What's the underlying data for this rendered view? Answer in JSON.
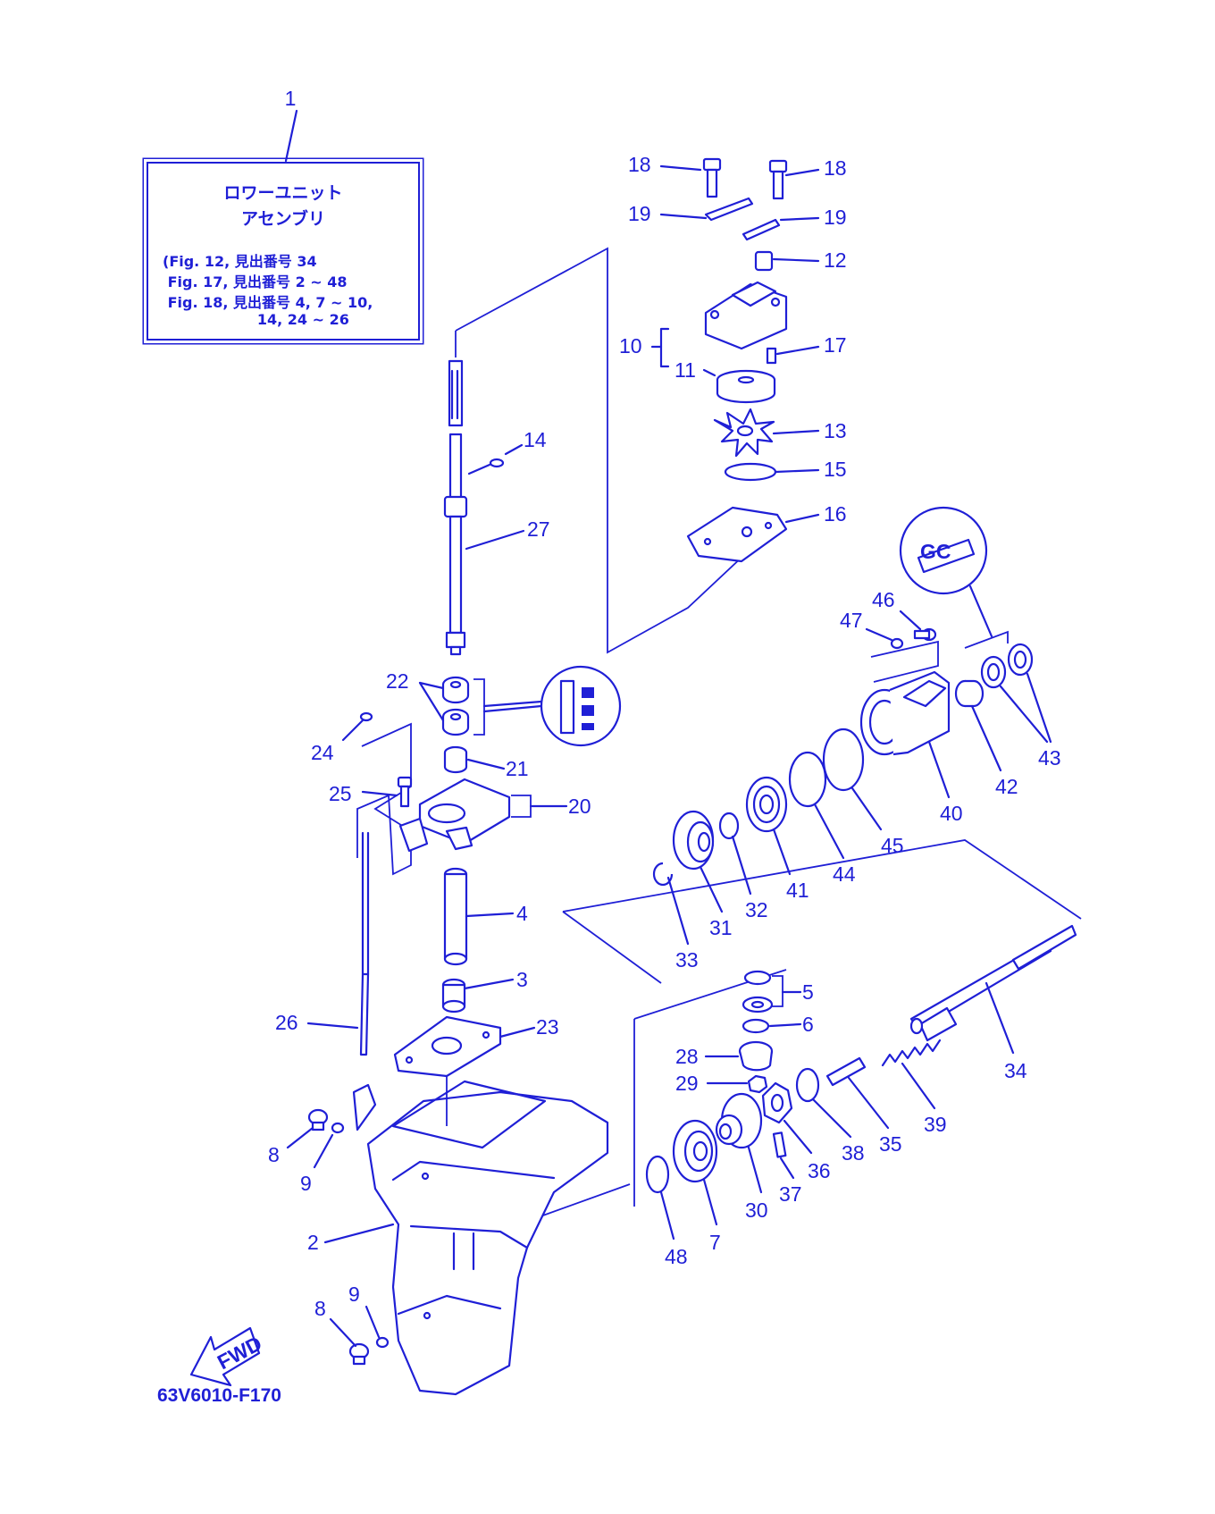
{
  "title_box": {
    "ref_number": "1",
    "title_line1": "ロワーユニット",
    "title_line2": "アセンブリ",
    "refs": [
      "(Fig. 12, 見出番号 34",
      " Fig. 17, 見出番号 2 ~ 48",
      " Fig. 18, 見出番号 4, 7 ~ 10,",
      "                   14, 24 ~ 26"
    ]
  },
  "figure_code": "63V6010-F170",
  "fwd_label": "FWD",
  "gc_label": "GC",
  "part_labels": {
    "p2": "2",
    "p3": "3",
    "p4": "4",
    "p5": "5",
    "p6": "6",
    "p7": "7",
    "p8a": "8",
    "p8b": "8",
    "p9a": "9",
    "p9b": "9",
    "p10": "10",
    "p11": "11",
    "p12": "12",
    "p13": "13",
    "p14": "14",
    "p15": "15",
    "p16": "16",
    "p17": "17",
    "p18a": "18",
    "p18b": "18",
    "p19a": "19",
    "p19b": "19",
    "p20": "20",
    "p21": "21",
    "p22": "22",
    "p23": "23",
    "p24": "24",
    "p25": "25",
    "p26": "26",
    "p27": "27",
    "p28": "28",
    "p29": "29",
    "p30": "30",
    "p31": "31",
    "p32": "32",
    "p33": "33",
    "p34": "34",
    "p35": "35",
    "p36": "36",
    "p37": "37",
    "p38": "38",
    "p39": "39",
    "p40": "40",
    "p41": "41",
    "p42": "42",
    "p43": "43",
    "p44": "44",
    "p45": "45",
    "p46": "46",
    "p47": "47",
    "p48": "48"
  }
}
